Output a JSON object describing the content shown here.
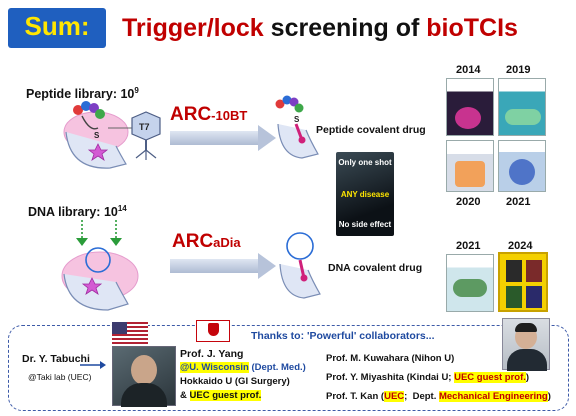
{
  "title": {
    "badge": "Sum:",
    "part1": "Trigger/lock",
    "part2": " screening of ",
    "part3": "bioTCIs"
  },
  "peptide": {
    "library_label": "Peptide library: 10",
    "library_exp": "9",
    "method_main": "ARC",
    "method_suffix": "-10BT",
    "result_label": "Peptide covalent drug",
    "phage_label": "T7",
    "s_label": "S"
  },
  "dna": {
    "library_label": "DNA library: 10",
    "library_exp": "14",
    "method_main": "ARC",
    "method_suffix": "aDia",
    "result_label": "DNA covalent drug"
  },
  "highlight_box": {
    "line1": "Only one shot",
    "line2": "ANY disease",
    "line3": "No side effect"
  },
  "journals": {
    "years": [
      "2014",
      "2019",
      "2020",
      "2021",
      "2021",
      "2024"
    ]
  },
  "collaborators": {
    "thanks": "Thanks to: 'Powerful' collaborators...",
    "tabuchi_name": "Dr. Y. Tabuchi",
    "tabuchi_lab": "@Taki lab (UEC)",
    "yang_name": "Prof. J. Yang",
    "yang_aff_hl": "@U. Wisconsin",
    "yang_aff_rest": " (Dept. Med.)",
    "yang_line2": "Hokkaido U (GI Surgery)",
    "yang_line3_prefix": "& ",
    "yang_line3_hl": "UEC guest prof.",
    "kuwahara_name": "Prof. M. Kuwahara",
    "kuwahara_aff": " (Nihon U)",
    "miyashita_name": "Prof. Y. Miyashita",
    "miyashita_aff": " (Kindai U; ",
    "miyashita_hl": "UEC guest prof.",
    "miyashita_end": ")",
    "kan_name": "Prof. T. Kan",
    "kan_aff1": " (",
    "kan_hl1": "UEC",
    "kan_aff2": ";  Dept. ",
    "kan_hl2": "Mechanical Engineering",
    "kan_end": ")"
  }
}
